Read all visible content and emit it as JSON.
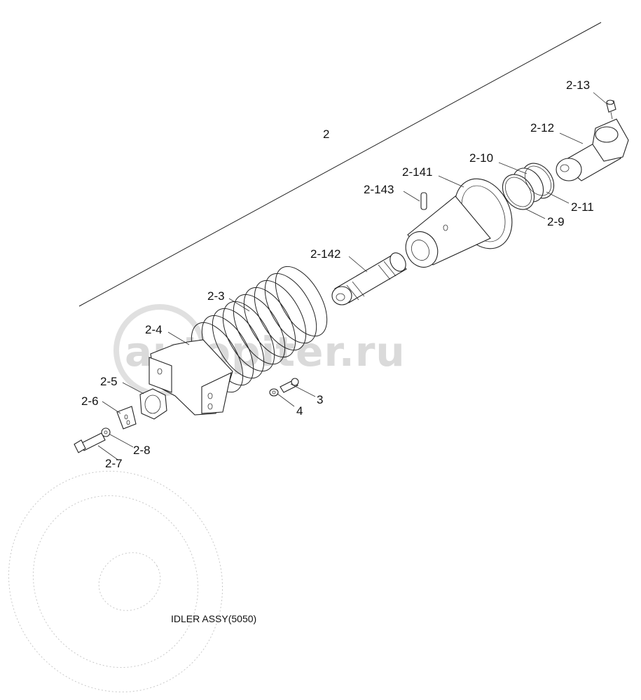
{
  "diagram": {
    "assembly_number": "2",
    "caption": "IDLER ASSY(5050)",
    "watermark": "autopiter.ru",
    "colors": {
      "ink": "#222222",
      "watermark": "#dadada",
      "background": "#ffffff"
    },
    "callouts": [
      {
        "id": "2-13",
        "label": "2-13"
      },
      {
        "id": "2-12",
        "label": "2-12"
      },
      {
        "id": "2-10",
        "label": "2-10"
      },
      {
        "id": "2-141",
        "label": "2-141"
      },
      {
        "id": "2-143",
        "label": "2-143"
      },
      {
        "id": "2-11",
        "label": "2-11"
      },
      {
        "id": "2-9",
        "label": "2-9"
      },
      {
        "id": "2-142",
        "label": "2-142"
      },
      {
        "id": "2-3",
        "label": "2-3"
      },
      {
        "id": "2-4",
        "label": "2-4"
      },
      {
        "id": "2-5",
        "label": "2-5"
      },
      {
        "id": "2-6",
        "label": "2-6"
      },
      {
        "id": "3",
        "label": "3"
      },
      {
        "id": "4",
        "label": "4"
      },
      {
        "id": "2-8",
        "label": "2-8"
      },
      {
        "id": "2-7",
        "label": "2-7"
      }
    ]
  }
}
